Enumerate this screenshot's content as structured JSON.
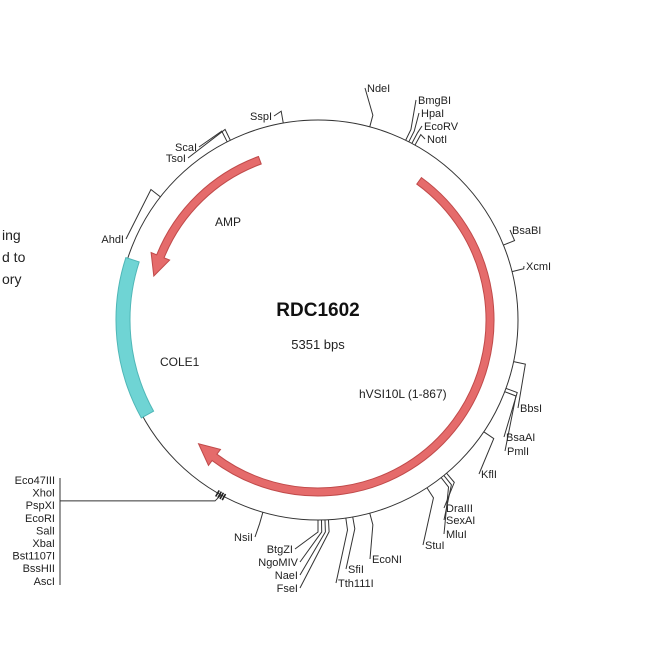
{
  "plasmid": {
    "name": "RDC1602",
    "size": "5351 bps"
  },
  "side_text_fragments": [
    "ing",
    "d to",
    "ory"
  ],
  "features": [
    {
      "id": "amp",
      "label": "AMP",
      "color": "#e56b6b"
    },
    {
      "id": "hvsi",
      "label": "hVSI10L (1-867)",
      "color": "#e56b6b"
    },
    {
      "id": "cole1",
      "label": "COLE1",
      "color": "#6fd4d4"
    }
  ],
  "sites": [
    "NdeI",
    "BmgBI",
    "HpaI",
    "EcoRV",
    "NotI",
    "BsaBI",
    "XcmI",
    "BbsI",
    "BsaAI",
    "PmlI",
    "KflI",
    "DraIII",
    "SexAI",
    "MluI",
    "StuI",
    "EcoNI",
    "SfiI",
    "Tth111I",
    "FseI",
    "NaeI",
    "NgoMIV",
    "BtgZI",
    "NsiI",
    "AhdI",
    "ScaI",
    "TsoI",
    "SspI"
  ],
  "mcs_sites": [
    "Eco47III",
    "XhoI",
    "PspXI",
    "EcoRI",
    "SalI",
    "XbaI",
    "Bst1107I",
    "BssHII",
    "AscI"
  ]
}
